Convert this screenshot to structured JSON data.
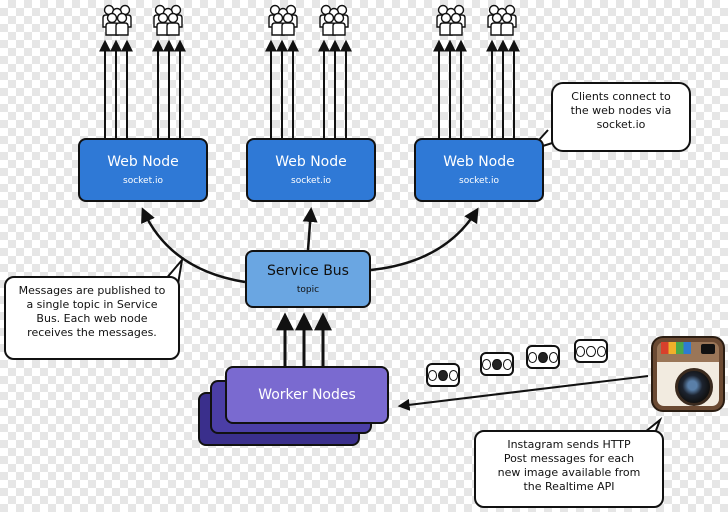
{
  "web_nodes": [
    {
      "title": "Web Node",
      "subtitle": "socket.io"
    },
    {
      "title": "Web Node",
      "subtitle": "socket.io"
    },
    {
      "title": "Web Node",
      "subtitle": "socket.io"
    }
  ],
  "service_bus": {
    "title": "Service Bus",
    "subtitle": "topic"
  },
  "worker_nodes": {
    "title": "Worker Nodes"
  },
  "callouts": {
    "clients": [
      "Clients connect to",
      "the web nodes via",
      "socket.io"
    ],
    "messages": [
      "Messages are published to",
      "a single topic in Service",
      "Bus.  Each web node",
      "receives the messages."
    ],
    "instagram": [
      "Instagram sends HTTP",
      "Post messages for each",
      "new image available from",
      "the Realtime API"
    ]
  },
  "icons": {
    "client": "person-group-icon",
    "message": "message-token-icon",
    "source": "instagram-camera-icon"
  },
  "colors": {
    "web_node": "#2f79d6",
    "service_bus": "#6aa6e2",
    "worker_node": "#7a6ad0",
    "worker_back": "#3a2f8c"
  }
}
